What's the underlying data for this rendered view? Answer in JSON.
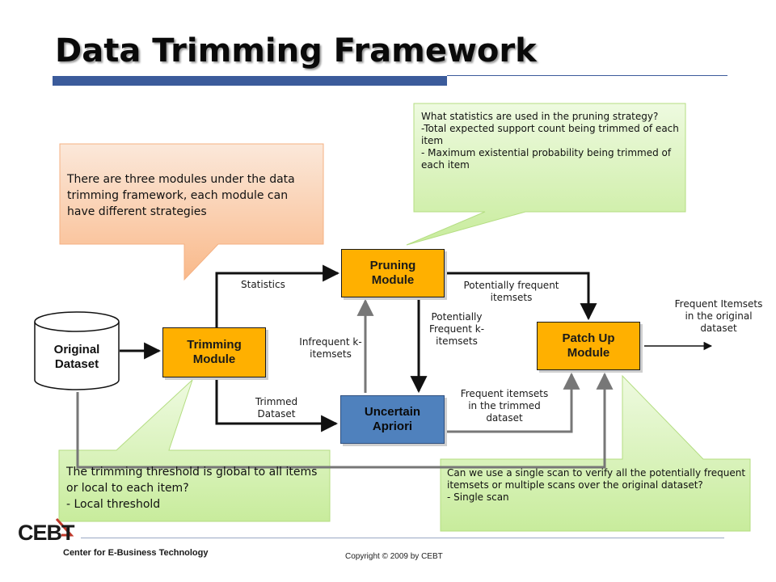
{
  "slide": {
    "title": "Data Trimming Framework",
    "footer_left": "Center for E-Business Technology",
    "footer_copyright": "Copyright © 2009 by CEBT",
    "logo_text": "CEBT"
  },
  "modules": {
    "original_dataset": "Original Dataset",
    "trimming": "Trimming Module",
    "pruning": "Pruning Module",
    "uncertain_apriori": "Uncertain Apriori",
    "patch_up": "Patch Up Module"
  },
  "edge_labels": {
    "statistics": "Statistics",
    "trimmed_dataset": "Trimmed Dataset",
    "infrequent": "Infrequent k-itemsets",
    "potentially_frequent_k": "Potentially Frequent k-itemsets",
    "potentially_frequent_itemsets": "Potentially frequent itemsets",
    "frequent_trimmed": "Frequent itemsets in the trimmed dataset",
    "frequent_original": "Frequent Itemsets in the original dataset"
  },
  "callouts": {
    "three_modules": "There are three modules under the data trimming framework, each module can have different strategies",
    "pruning_statistics": [
      "What statistics are used in the pruning strategy?",
      "-Total expected support count being trimmed of each item",
      "- Maximum existential probability being trimmed of each item"
    ],
    "trimming_threshold": [
      "The trimming threshold is global to all items or local to each item?",
      "- Local threshold"
    ],
    "single_scan": [
      "Can we use a single scan to verify all the potentially frequent itemsets or multiple scans over the original dataset?",
      "- Single scan"
    ]
  },
  "colors": {
    "module_orange": "#ffb000",
    "module_blue": "#4f81bd",
    "title_bar": "#3b5b9b",
    "callout_orange": "#fcc9a4",
    "callout_green": "#d2f0ad"
  }
}
